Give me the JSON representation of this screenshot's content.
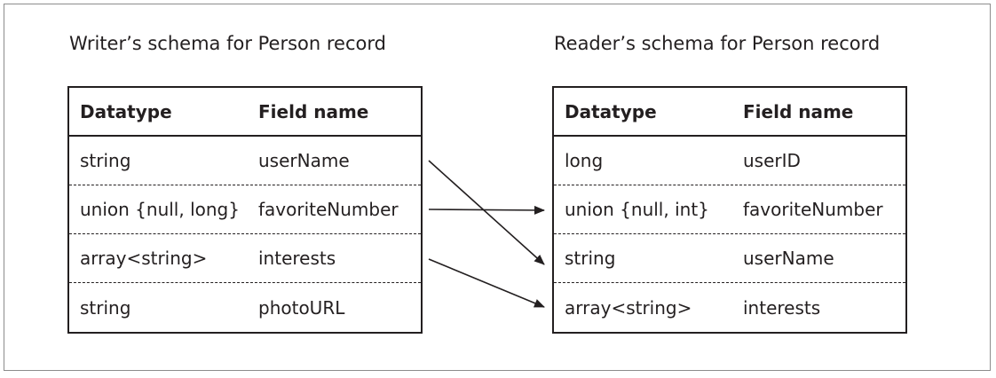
{
  "writer": {
    "title": "Writer’s schema for Person record",
    "header": {
      "datatype": "Datatype",
      "field_name": "Field name"
    },
    "rows": [
      {
        "datatype": "string",
        "field_name": "userName"
      },
      {
        "datatype": "union {null, long}",
        "field_name": "favoriteNumber"
      },
      {
        "datatype": "array<string>",
        "field_name": "interests"
      },
      {
        "datatype": "string",
        "field_name": "photoURL"
      }
    ]
  },
  "reader": {
    "title": "Reader’s schema for Person record",
    "header": {
      "datatype": "Datatype",
      "field_name": "Field name"
    },
    "rows": [
      {
        "datatype": "long",
        "field_name": "userID"
      },
      {
        "datatype": "union {null, int}",
        "field_name": "favoriteNumber"
      },
      {
        "datatype": "string",
        "field_name": "userName"
      },
      {
        "datatype": "array<string>",
        "field_name": "interests"
      }
    ]
  },
  "mappings": [
    {
      "from_field": "userName",
      "to_field": "userName"
    },
    {
      "from_field": "favoriteNumber",
      "to_field": "favoriteNumber"
    },
    {
      "from_field": "interests",
      "to_field": "interests"
    }
  ],
  "colors": {
    "ink": "#231f20",
    "frame": "#8c8c8c"
  }
}
